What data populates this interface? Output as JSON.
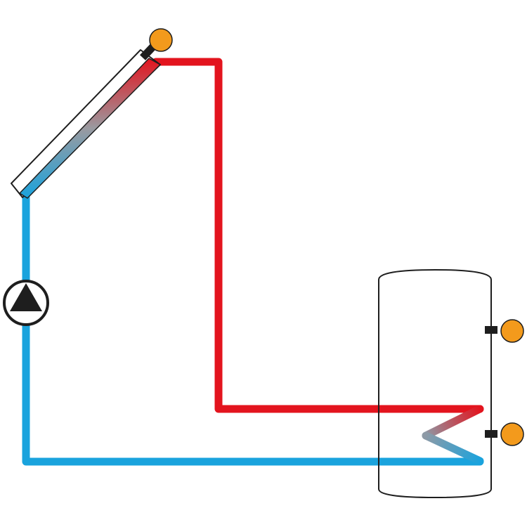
{
  "colors": {
    "hot": "#e3141e",
    "cold": "#1aa3dd",
    "sensor": "#f39a1c",
    "outline": "#1e1e1e",
    "background": "#ffffff"
  },
  "components": {
    "collector": {
      "icon": "solar-collector-icon"
    },
    "pump": {
      "icon": "circulation-pump-icon"
    },
    "tank": {
      "icon": "storage-tank-icon"
    },
    "sensors": [
      {
        "id": "collector-sensor",
        "icon": "temperature-sensor-icon"
      },
      {
        "id": "tank-upper-sensor",
        "icon": "temperature-sensor-icon"
      },
      {
        "id": "tank-lower-sensor",
        "icon": "temperature-sensor-icon"
      }
    ],
    "pipes": [
      {
        "id": "flow-pipe",
        "medium": "hot"
      },
      {
        "id": "return-pipe",
        "medium": "cold"
      }
    ]
  }
}
